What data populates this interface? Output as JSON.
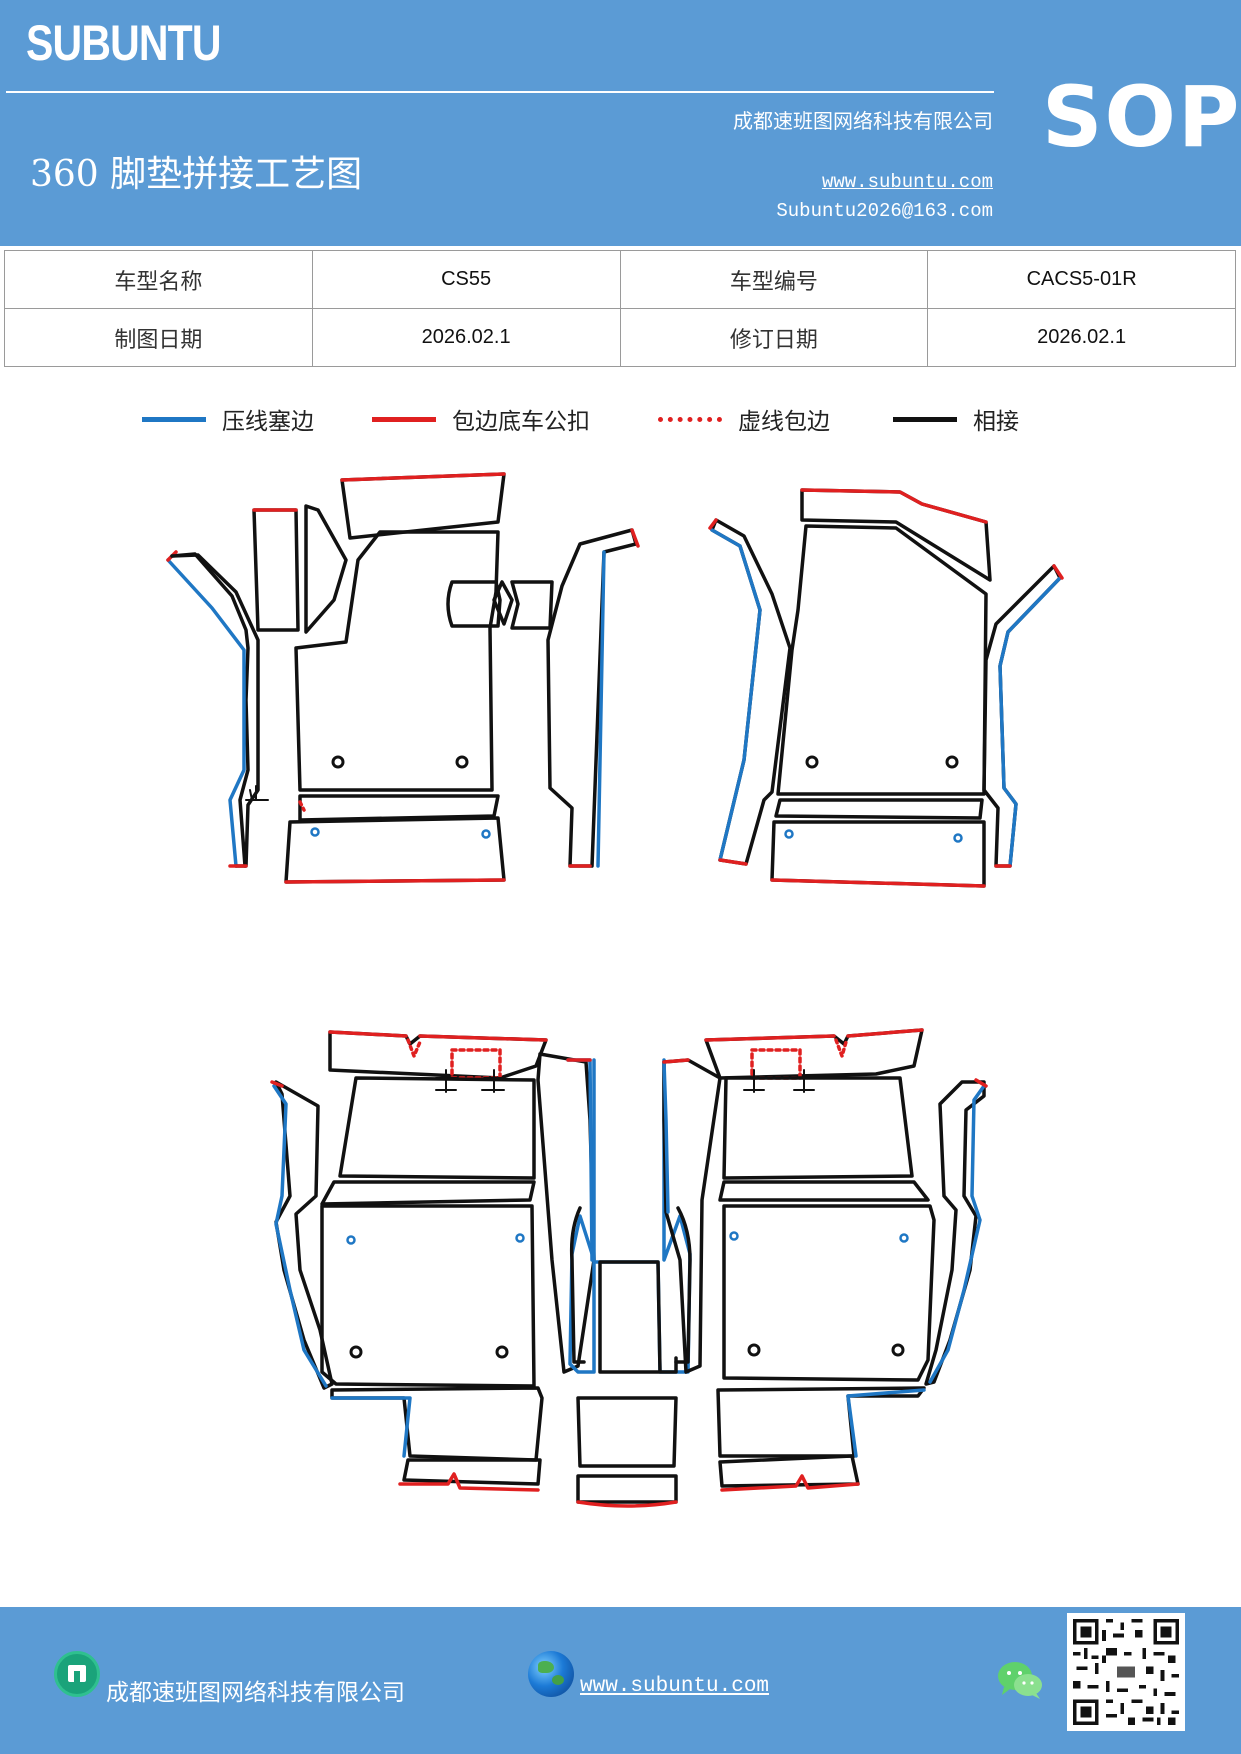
{
  "header": {
    "brand": "SUBUNTU",
    "title": "360 脚垫拼接工艺图",
    "company": "成都速班图网络科技有限公司",
    "website": "www.subuntu.com",
    "email": "Subuntu2026@163.com",
    "badge": "SOP",
    "colors": {
      "band": "#5b9bd5"
    }
  },
  "info_table": {
    "rows": [
      [
        {
          "label": "车型名称"
        },
        {
          "value": "CS55"
        },
        {
          "label": "车型编号"
        },
        {
          "value": "CACS5-01R"
        }
      ],
      [
        {
          "label": "制图日期"
        },
        {
          "value": "2026.02.1"
        },
        {
          "label": "修订日期"
        },
        {
          "value": "2026.02.1"
        }
      ]
    ]
  },
  "legend": [
    {
      "label": "压线塞边",
      "color": "#1f77c4",
      "style": "solid"
    },
    {
      "label": "包边底车公扣",
      "color": "#e02020",
      "style": "solid"
    },
    {
      "label": "虚线包边",
      "color": "#e02020",
      "style": "dotted"
    },
    {
      "label": "相接",
      "color": "#111111",
      "style": "solid"
    }
  ],
  "footer": {
    "company": "成都速班图网络科技有限公司",
    "website": "www.subuntu.com ",
    "icons": [
      "company-icon",
      "globe-icon",
      "wechat-icon",
      "qr-code"
    ]
  }
}
